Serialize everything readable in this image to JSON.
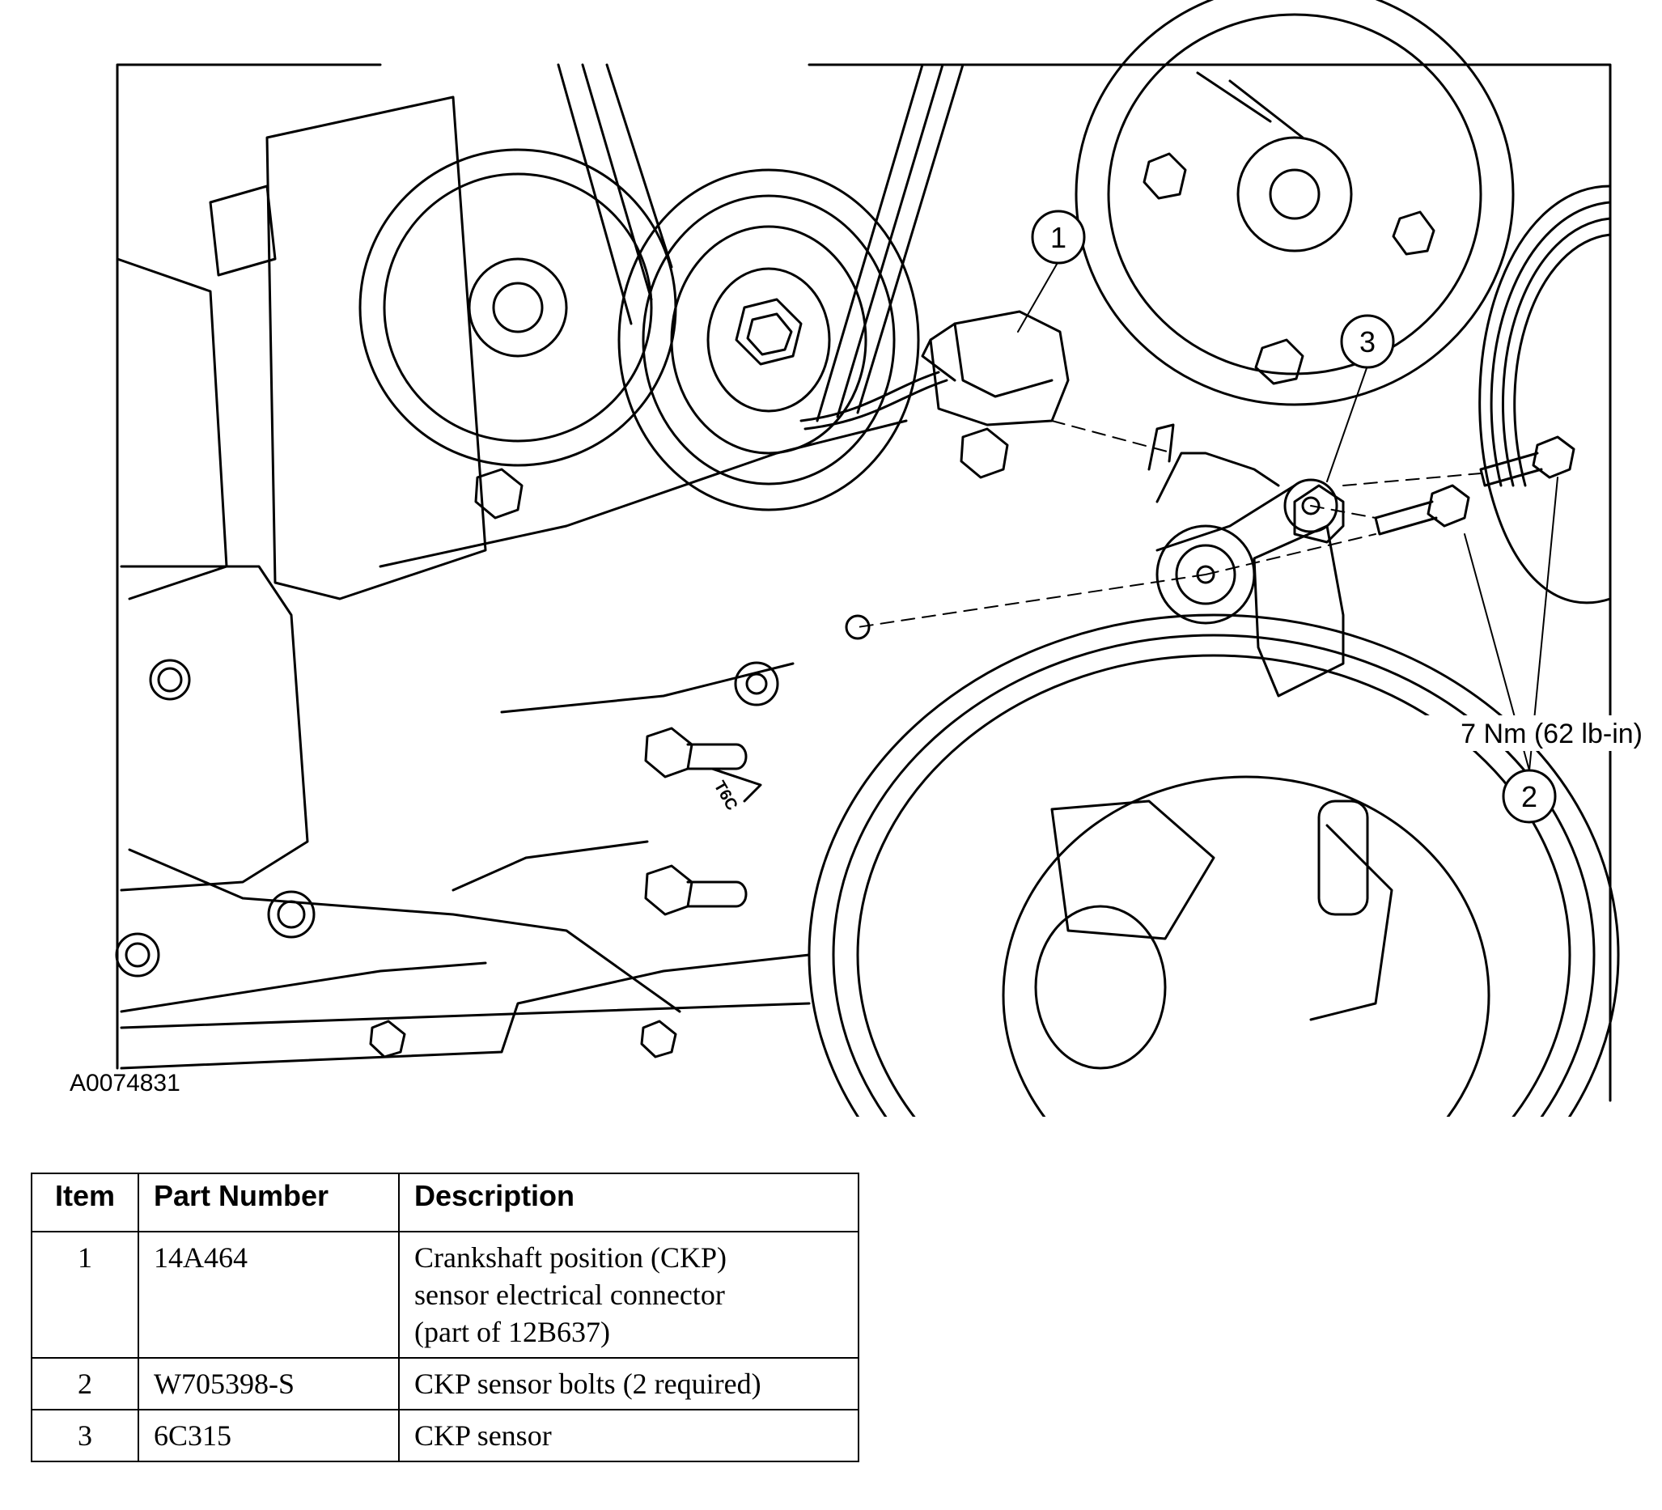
{
  "figure": {
    "code": "A0074831",
    "callouts": [
      {
        "label": "1"
      },
      {
        "label": "2"
      },
      {
        "label": "3"
      }
    ],
    "torque_spec": "7 Nm (62 lb-in)",
    "stamped_part_text": "T6C"
  },
  "table": {
    "headers": {
      "item": "Item",
      "part_number": "Part Number",
      "description": "Description"
    },
    "rows": [
      {
        "item": "1",
        "part_number": "14A464",
        "description_lines": [
          "Crankshaft position (CKP)",
          "sensor electrical connector",
          "(part of 12B637)"
        ]
      },
      {
        "item": "2",
        "part_number": "W705398-S",
        "description_lines": [
          "CKP sensor bolts (2 required)"
        ]
      },
      {
        "item": "3",
        "part_number": "6C315",
        "description_lines": [
          "CKP sensor"
        ]
      }
    ]
  }
}
